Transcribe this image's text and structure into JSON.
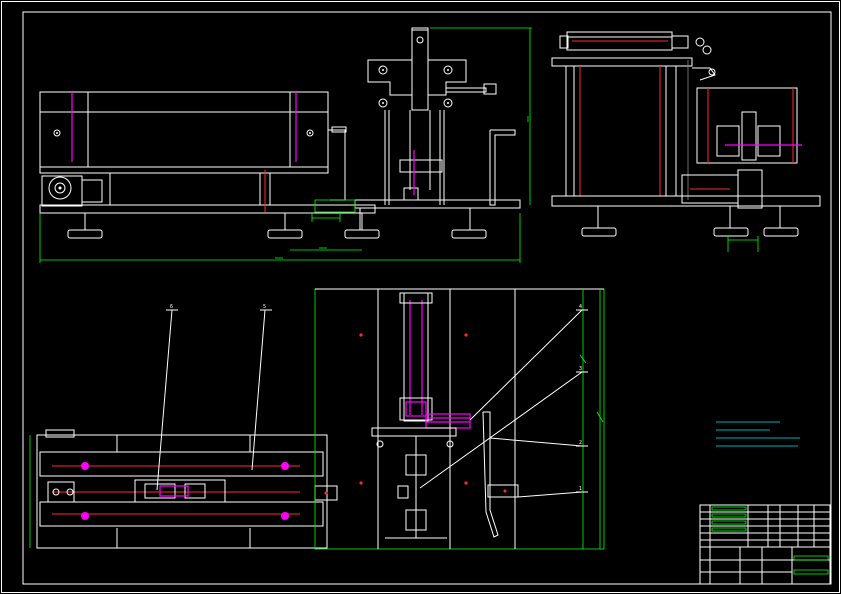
{
  "colors": {
    "background": "#000000",
    "outline": "#ffffff",
    "dimension": "#00ff00",
    "centerline": "#ff00ff",
    "hidden": "#ff2a2a",
    "notes": "#00e5ff"
  },
  "dimensions": {
    "front_overall": "",
    "front_inner": "",
    "side_width": ""
  },
  "part_balloons": [
    "1",
    "2",
    "3",
    "4",
    "5",
    "6"
  ],
  "technical_requirements": {
    "title": "",
    "lines": [
      "",
      "",
      "",
      ""
    ]
  },
  "title_block": {
    "drawing_name": "",
    "drawing_number": ""
  }
}
